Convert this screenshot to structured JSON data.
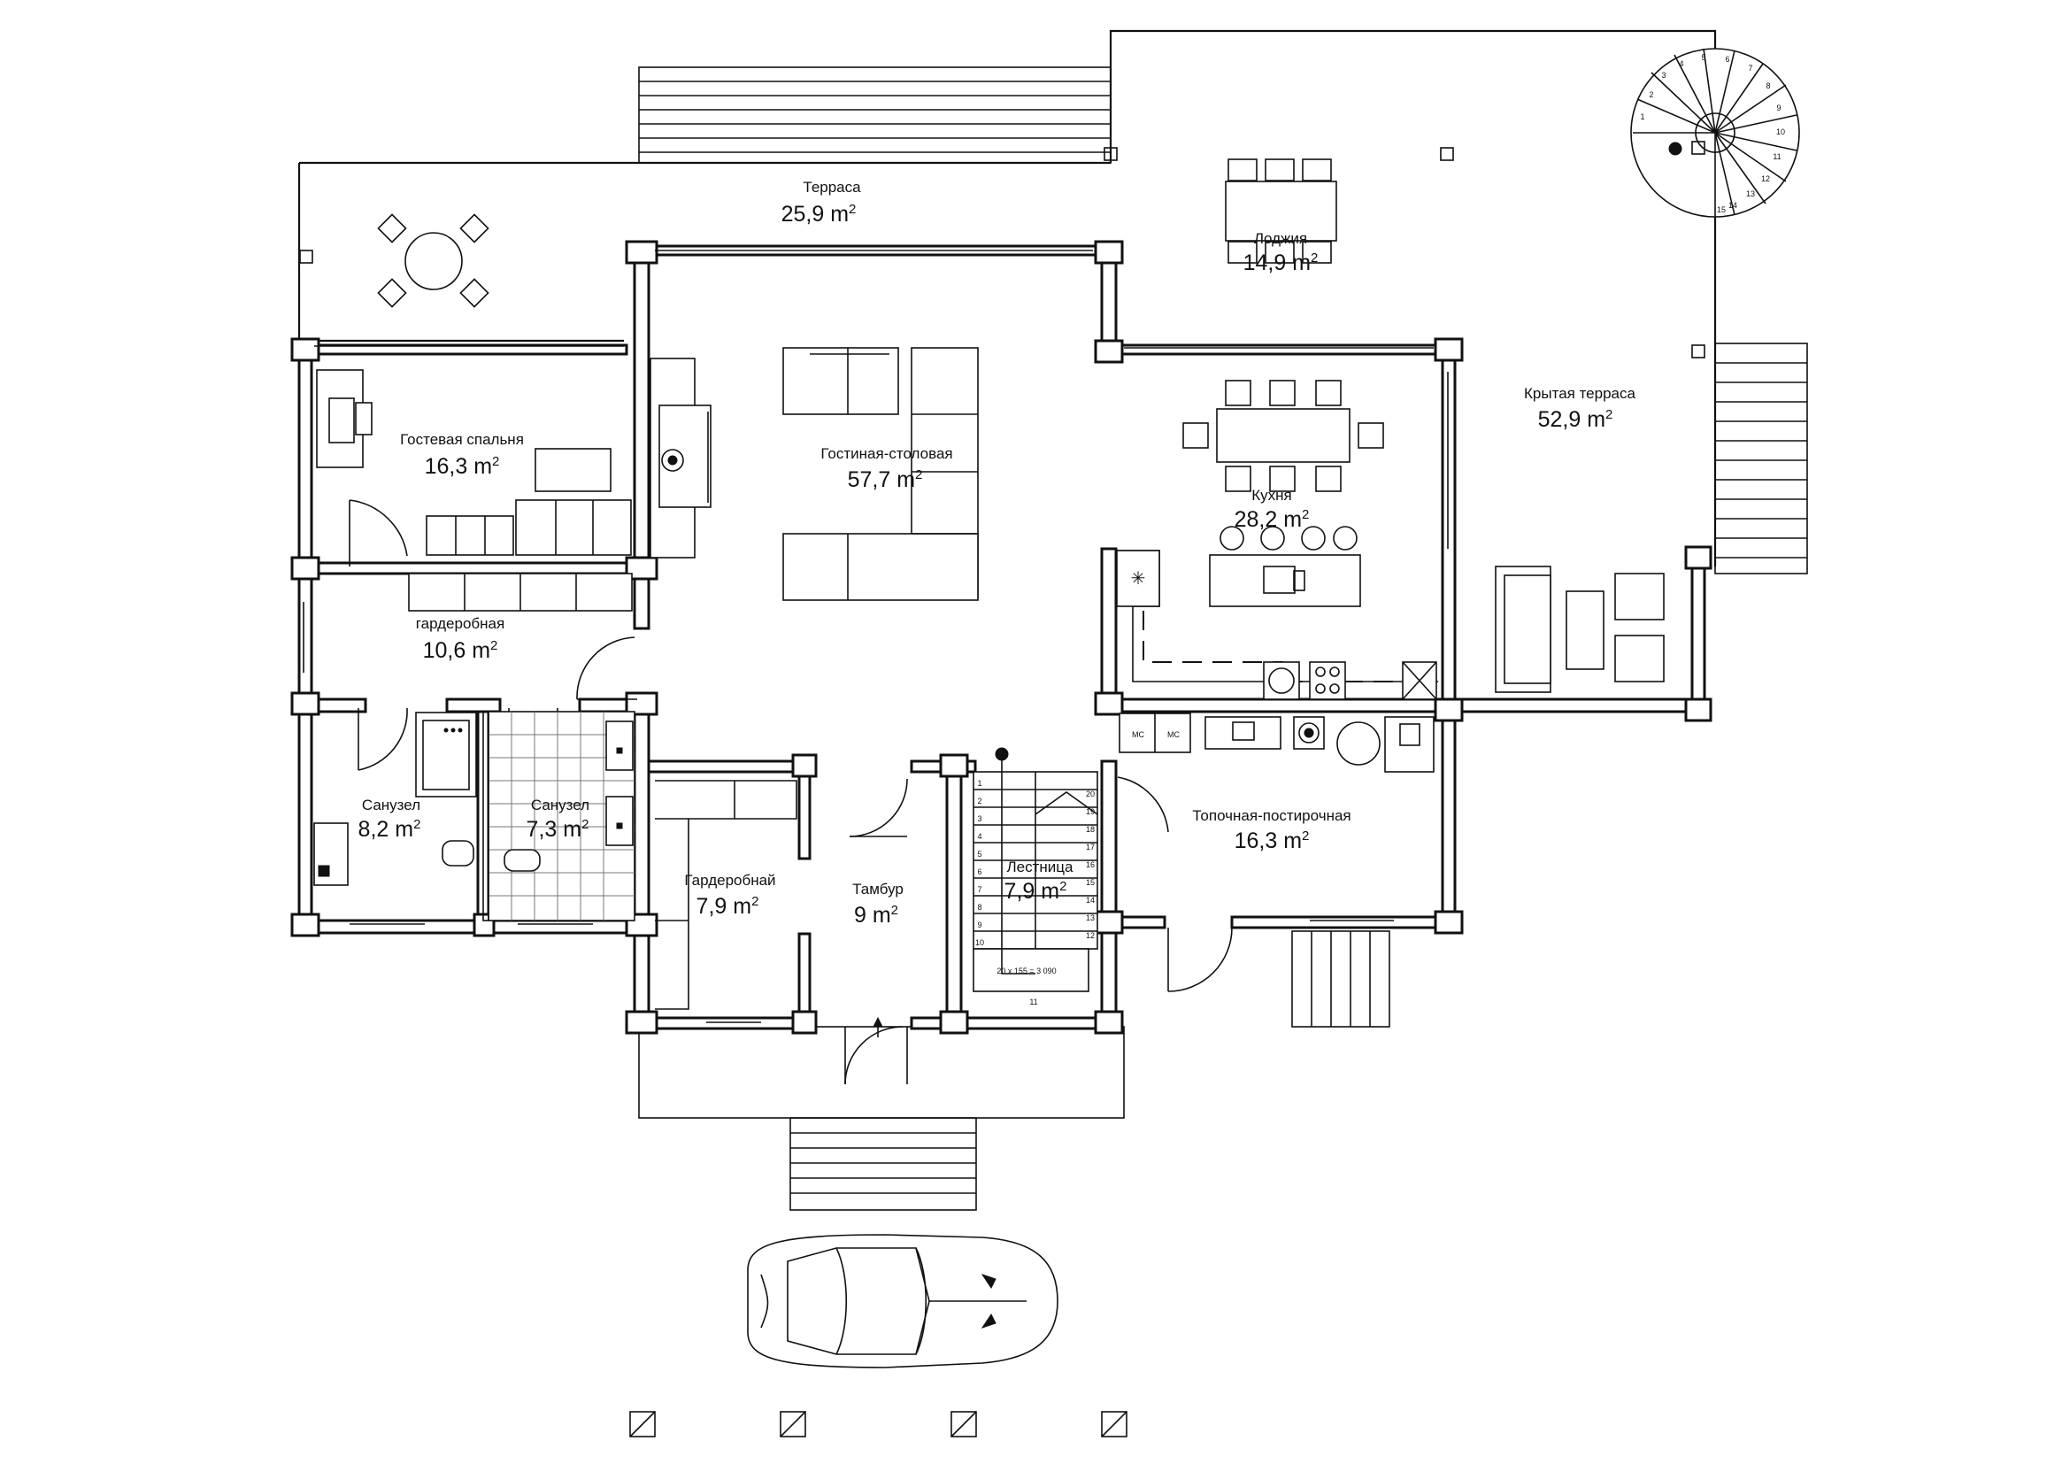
{
  "area_unit": "m²",
  "rooms": {
    "terrace": {
      "name": "Терраса",
      "area": "25,9"
    },
    "loggia": {
      "name": "Лоджия",
      "area": "14,9"
    },
    "covered_terrace": {
      "name": "Крытая терраса",
      "area": "52,9"
    },
    "guest_bedroom": {
      "name": "Гостевая спальня",
      "area": "16,3"
    },
    "living_dining": {
      "name": "Гостиная-столовая",
      "area": "57,7"
    },
    "kitchen": {
      "name": "Кухня",
      "area": "28,2"
    },
    "wardrobe": {
      "name": "гардеробная",
      "area": "10,6"
    },
    "bathroom_1": {
      "name": "Санузел",
      "area": "8,2"
    },
    "bathroom_2": {
      "name": "Санузел",
      "area": "7,3"
    },
    "wardrobe_2": {
      "name": "Гардеробнай",
      "area": "7,9"
    },
    "vestibule": {
      "name": "Тамбур",
      "area": "9 m"
    },
    "staircase": {
      "name": "Лестница",
      "area": "7,9"
    },
    "boiler_laundry": {
      "name": "Топочная-постирочная",
      "area": "16,3"
    }
  },
  "appliance_labels": {
    "mc_1": "MC",
    "mc_2": "MC"
  },
  "stair_note": "20 x 155 = 3 090",
  "stair_numbers": [
    "1",
    "2",
    "3",
    "4",
    "5",
    "6",
    "7",
    "8",
    "9",
    "10",
    "11",
    "12",
    "13",
    "14",
    "15",
    "16",
    "17",
    "18",
    "19",
    "20"
  ],
  "spiral_numbers": [
    "1",
    "2",
    "3",
    "4",
    "5",
    "6",
    "7",
    "8",
    "9",
    "10",
    "11",
    "12",
    "13",
    "14",
    "15"
  ],
  "icons": {
    "car": "car-icon",
    "spiral_stair": "spiral-stair-icon",
    "sink": "sink-icon",
    "stove": "stove-icon",
    "fireplace": "fireplace-icon"
  }
}
